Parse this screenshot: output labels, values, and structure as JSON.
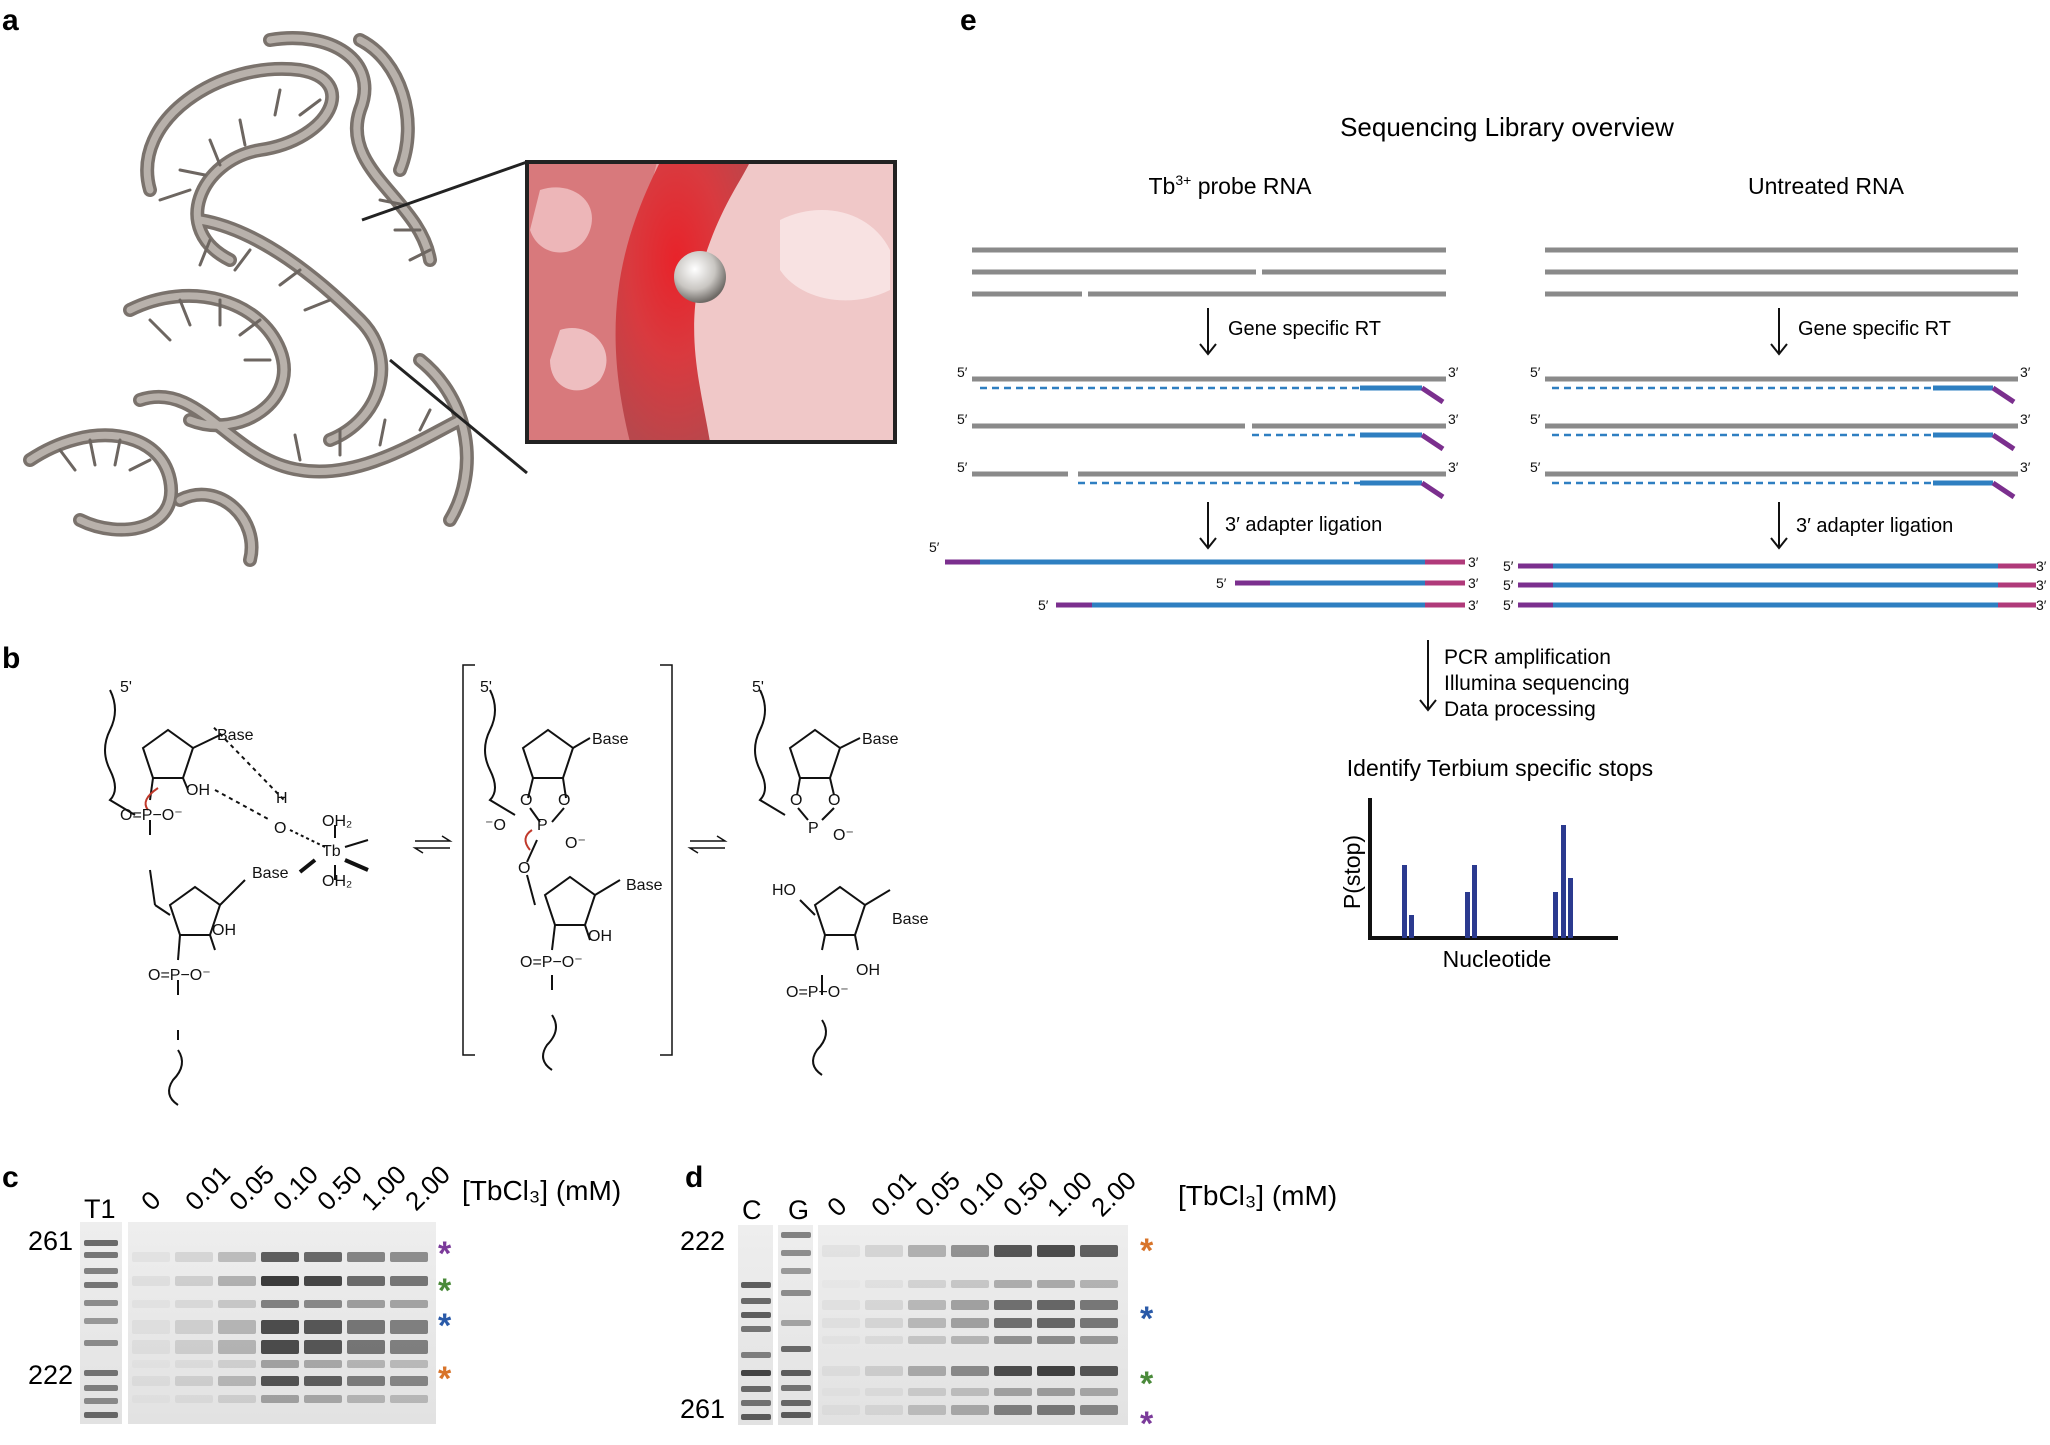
{
  "panels": {
    "a": "a",
    "b": "b",
    "c": "c",
    "d": "d",
    "e": "e"
  },
  "panel_e": {
    "title": "Sequencing Library overview",
    "tb_header_main": "Tb",
    "tb_header_sup": "3+",
    "tb_header_rest": " probe RNA",
    "untreated_header": "Untreated RNA",
    "step_rt": "Gene specific RT",
    "step_ligation": "3′ adapter ligation",
    "step_pcr": "PCR amplification",
    "step_illumina": "Illumina sequencing",
    "step_data": "Data processing",
    "identify_title": "Identify Terbium specific stops",
    "end5": "5′",
    "end3": "3′",
    "plot_ylabel": "P(stop)",
    "plot_xlabel": "Nucleotide",
    "colors": {
      "rna": "#8a8a8a",
      "cdna": "#2e7fc1",
      "adapter": "#7b2f8e",
      "adapter_end": "#b03a7a",
      "bars": "#2b3a8f"
    }
  },
  "panel_b": {
    "five_prime": "5'",
    "base": "Base",
    "oh": "OH",
    "h": "H",
    "o": "O",
    "tb": "Tb",
    "oh2": "OH₂",
    "ho": "HO",
    "phos": "O=P−O⁻",
    "phos_cyclic": "P",
    "o_minus": "O⁻",
    "minus_o": "⁻O"
  },
  "panel_c": {
    "lane_t1": "T1",
    "concentrations": [
      "0",
      "0.01",
      "0.05",
      "0.10",
      "0.50",
      "1.00",
      "2.00"
    ],
    "conc_label": "[TbCl₃] (mM)",
    "marker_top": "261",
    "marker_bottom": "222",
    "star": "*",
    "star_colors": [
      "#7b3a9a",
      "#4a8a3a",
      "#2a5aa8",
      "#d8742a"
    ]
  },
  "panel_d": {
    "lane_c": "C",
    "lane_g": "G",
    "concentrations": [
      "0",
      "0.01",
      "0.05",
      "0.10",
      "0.50",
      "1.00",
      "2.00"
    ],
    "conc_label": "[TbCl₃] (mM)",
    "marker_top": "222",
    "marker_bottom": "261",
    "star": "*",
    "star_colors": [
      "#d8742a",
      "#2a5aa8",
      "#4a8a3a",
      "#7b3a9a"
    ]
  }
}
